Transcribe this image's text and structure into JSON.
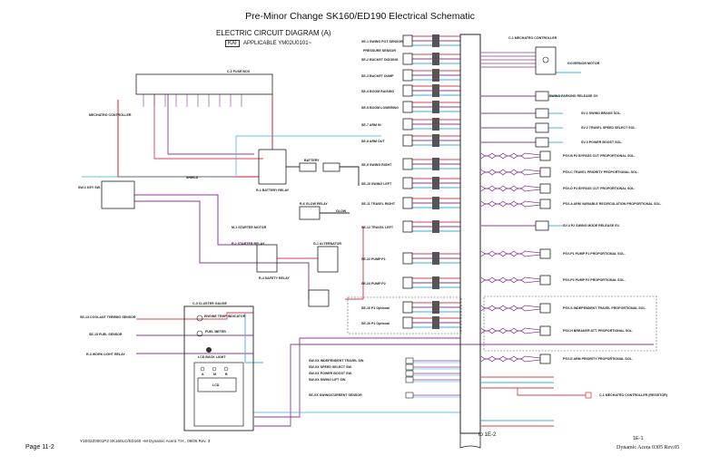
{
  "header": {
    "title": "Pre-Minor Change SK160/ED190 Electrical Schematic",
    "diagram_title": "ELECTRIC CIRCUIT DIAGRAM (A)",
    "kai_badge": "KAI",
    "applicable": "APPLICABLE YM02U0101~"
  },
  "footer": {
    "page": "Page 11-2",
    "doc_id": "Y1E02Z0001P3 SK160LC/ED160  ~M Dynamic Acera T.H., 09/05  Rev. 3",
    "sheet": "1E-1",
    "revision": "Dynamic Acera 0305 Rev.05",
    "continuation": "to 1E-2"
  },
  "colors": {
    "power": "#d9434e",
    "signal": "#8b3a9a",
    "ground": "#3aaee0",
    "line": "#222222"
  },
  "controller": {
    "label": "C-1 MECHATRO CONTROLLER"
  },
  "left_components": {
    "mechatro": "MECHATRO CONTROLLER",
    "fuse_box": "C-2 FUSE BOX",
    "key_sw": "SW-1 KEY SW.",
    "battery": "BATTERY",
    "battery_relay": "R-1 BATTERY RELAY",
    "glow_relay": "R-6 GLOW RELAY",
    "glow": "GLOW",
    "starter_motor": "M-1 STARTER MOTOR",
    "starter_relay": "R-2 STARTER RELAY",
    "safety_relay": "R-4 SAFETY RELAY",
    "alternator": "G-1 ALTERNATOR",
    "shield": "SHIELD",
    "cluster_gauge": "C-3 CLUSTER GAUGE",
    "engine_temp": "ENGINE TEMP INDICATOR",
    "fuel_meter": "FUEL METER",
    "lcd_back_light": "LCD BACK LIGHT",
    "lcd": "LCD",
    "lcd_buttons": [
      "A",
      "M",
      "B"
    ],
    "coolant": "SE-13 COOLANT THERMO SENSOR",
    "fuel_sensor": "SE-15 FUEL SENSOR",
    "work_light_relay": "R-3 WORK LIGHT RELAY",
    "pressure_sensor": "PRESSURE SENSOR"
  },
  "sensors": [
    {
      "label": "SE-1 SWING POT SENSOR"
    },
    {
      "label": "SE-2 BUCKET DIGGING"
    },
    {
      "label": "SE-3 BUCKET DUMP"
    },
    {
      "label": "SE-4 BOOM RAISING"
    },
    {
      "label": "SE-5 BOOM LOWERING"
    },
    {
      "label": "SE-7 ARM IN"
    },
    {
      "label": "SE-8 ARM OUT"
    },
    {
      "label": "SE-9 SWING RIGHT"
    },
    {
      "label": "SE-10 SWING LEFT"
    },
    {
      "label": "SE-11 TRAVEL RIGHT"
    },
    {
      "label": "SE-12 TRAVEL LEFT"
    },
    {
      "label": "SE-22 PUMP P1"
    },
    {
      "label": "SE-23 PUMP P2"
    },
    {
      "label": "SE-16 P1 Optional"
    },
    {
      "label": "SE-20 P1 Optional"
    }
  ],
  "switches": [
    {
      "label": "SW-XX INDEPENDENT TRAVEL SW."
    },
    {
      "label": "SW-XX SPEED SELECT SW."
    },
    {
      "label": "SW-XX POWER BOOST SW."
    },
    {
      "label": "SW-XX SWING LIFT SW."
    },
    {
      "label": "SE-XX SWING/CURRENT SENSOR"
    }
  ],
  "outputs": [
    {
      "label": "GOVERNOR MOTOR"
    },
    {
      "label": "SWING PARKING RELEASE SV."
    },
    {
      "label": "SV-1 SWING BRAKE SOL."
    },
    {
      "label": "SV-2 TRAVEL SPEED SELECT SOL."
    },
    {
      "label": "SV-3 POWER BOOST SOL."
    },
    {
      "label": "PSV-B P2 BYPASS CUT PROPORTIONAL SOL."
    },
    {
      "label": "PSV-C TRAVEL PRIORITY PROPORTIONAL SOL."
    },
    {
      "label": "PSV-D P1 BYPASS CUT PROPORTIONAL SOL."
    },
    {
      "label": "PSV-A ARM VARIABLE RECIRCULATION PROPORTIONAL SOL."
    },
    {
      "label": "SV-4 P2 SWING MODE RELEASE SV."
    },
    {
      "label": "PSV-P1 PUMP P1 PROPORTIONAL SOL."
    },
    {
      "label": "PSV-P2 PUMP P2 PROPORTIONAL SOL."
    },
    {
      "label": "PSV-S INDEPENDENT TRAVEL PROPORTIONAL SOL."
    },
    {
      "label": "PSV-H BREAKER ATT. PROPORTIONAL SOL."
    },
    {
      "label": "PSV-E ARM PRIORITY PROPORTIONAL SOL."
    },
    {
      "label": "C-1 MECHATRO CONTROLLER (RESISTOR)"
    }
  ]
}
